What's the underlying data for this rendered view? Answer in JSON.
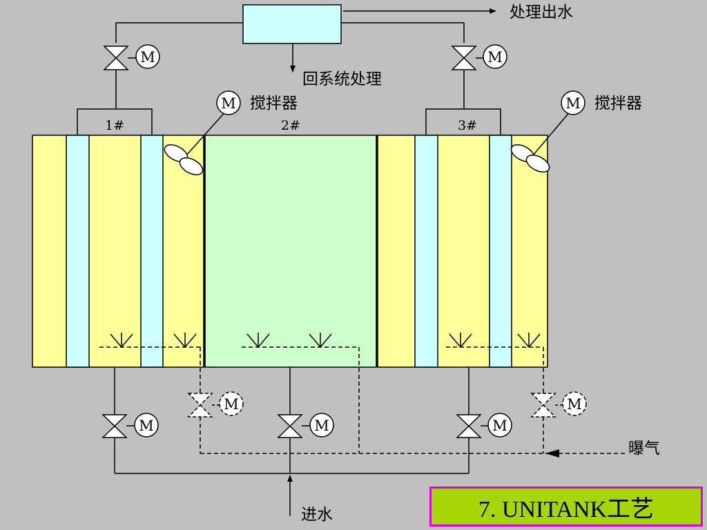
{
  "diagram": {
    "tanks": [
      "1#",
      "2#",
      "3#"
    ],
    "labels": {
      "outlet": "处理出水",
      "return": "回系统处理",
      "mixer_left": "搅拌器",
      "mixer_right": "搅拌器",
      "aeration": "曝气",
      "inlet": "进水"
    },
    "motor_symbol": "M"
  },
  "caption": {
    "title": "7. UNITANK工艺"
  },
  "colors": {
    "background": "#c0c0c0",
    "side_tank": "#ffff99",
    "middle_tank": "#ccffcc",
    "weir": "#ccffff",
    "caption_fill": "#a6d608",
    "caption_border": "#e000e0"
  }
}
